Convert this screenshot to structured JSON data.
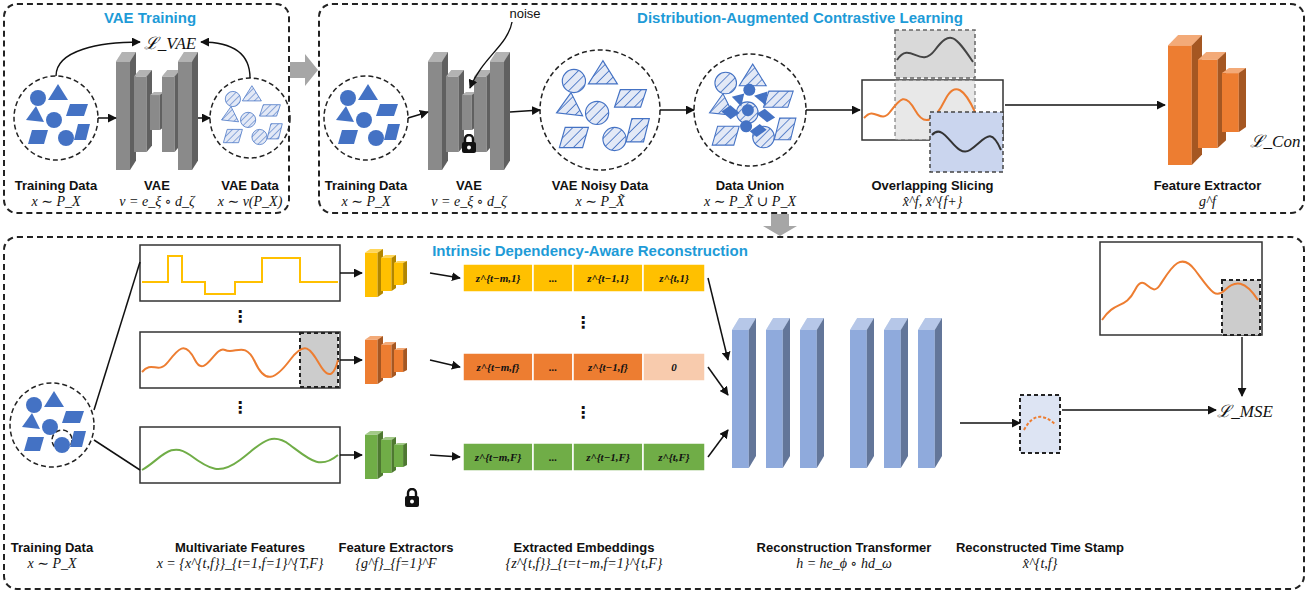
{
  "diagram": {
    "nodes": [
      {
        "text": [
          "VAE Training"
        ]
      },
      {
        "text": [
          "Training Data",
          "x ∼ P_X"
        ],
        "in": 0
      },
      {
        "text": [
          "VAE",
          "v = e_ξ ∘ d_ζ"
        ],
        "in": 0
      },
      {
        "text": [
          "VAE Data",
          "x ∼ v(P_X)"
        ],
        "in": 0
      },
      {
        "text": [
          "Distribution-Augmented Contrastive Learning"
        ]
      },
      {
        "text": [
          "Training Data",
          "x ∼ P_X"
        ],
        "in": 4
      },
      {
        "text": [
          "VAE",
          "v = e_ξ ∘ d_ζ"
        ],
        "in": 4
      },
      {
        "text": [
          "VAE Noisy Data",
          "x ∼ P_X̃"
        ],
        "in": 4
      },
      {
        "text": [
          "Data Union",
          "x ∼ P_X̃ ∪ P_X"
        ],
        "in": 4
      },
      {
        "text": [
          "Overlapping Slicing",
          "x̂^f, x̂^{f+}"
        ],
        "in": 4
      },
      {
        "text": [
          "Feature Extractor",
          "g^f"
        ],
        "in": 4
      },
      {
        "text": [
          "Intrinsic Dependency-Aware Reconstruction"
        ]
      },
      {
        "text": [
          "Training Data",
          "x ∼ P_X"
        ],
        "in": 11
      },
      {
        "text": [
          "Multivariate Features",
          "x = {x^{t,f}}_{t=1,f=1}^{T,F}"
        ],
        "in": 11
      },
      {
        "text": [
          "Feature Extractors",
          "{g^f}_{f=1}^F"
        ],
        "in": 11
      },
      {
        "text": [
          "Extracted Embeddings",
          "{z^{t,f}}_{t=t−m,f=1}^{t,F}"
        ],
        "in": 11
      },
      {
        "text": [
          "Reconstruction Transformer",
          "h = he_ϕ ∘ hd_ω"
        ],
        "in": 11
      },
      {
        "text": [
          "Reconstructed Time Stamp",
          "x̂^{t,f}"
        ],
        "in": 11
      }
    ],
    "edges": [
      {
        "from": 1,
        "to": 2,
        "arrow": "to"
      },
      {
        "from": 2,
        "to": 3,
        "arrow": "to"
      },
      {
        "from": 0,
        "to": 4,
        "arrow": "to"
      },
      {
        "from": 4,
        "to": 11,
        "arrow": "to"
      },
      {
        "from": 5,
        "to": 6,
        "arrow": "to"
      },
      {
        "from": 6,
        "to": 7,
        "arrow": "to"
      },
      {
        "from": 7,
        "to": 8,
        "arrow": "to"
      },
      {
        "from": 8,
        "to": 9,
        "arrow": "to"
      },
      {
        "from": 9,
        "to": 10,
        "arrow": "to"
      },
      {
        "from": 12,
        "to": 13,
        "arrow": "none"
      },
      {
        "from": 13,
        "to": 14,
        "arrow": "to"
      },
      {
        "from": 14,
        "to": 15,
        "arrow": "to"
      },
      {
        "from": 15,
        "to": 16,
        "arrow": "to"
      },
      {
        "from": 16,
        "to": 17,
        "arrow": "to"
      }
    ],
    "labels": [
      "ℒ_VAE",
      "noise",
      "ℒ_Con",
      "z^{t−m,1}",
      "...",
      "z^{t−1,1}",
      "z^{t,1}",
      "⋮",
      "z^{t−m,f}",
      "...",
      "z^{t−1,f}",
      "0",
      "⋮",
      "z^{t−m,F}",
      "...",
      "z^{t−1,F}",
      "z^{t,F}",
      "⋮",
      "⋮",
      "ℒ_MSE"
    ]
  }
}
